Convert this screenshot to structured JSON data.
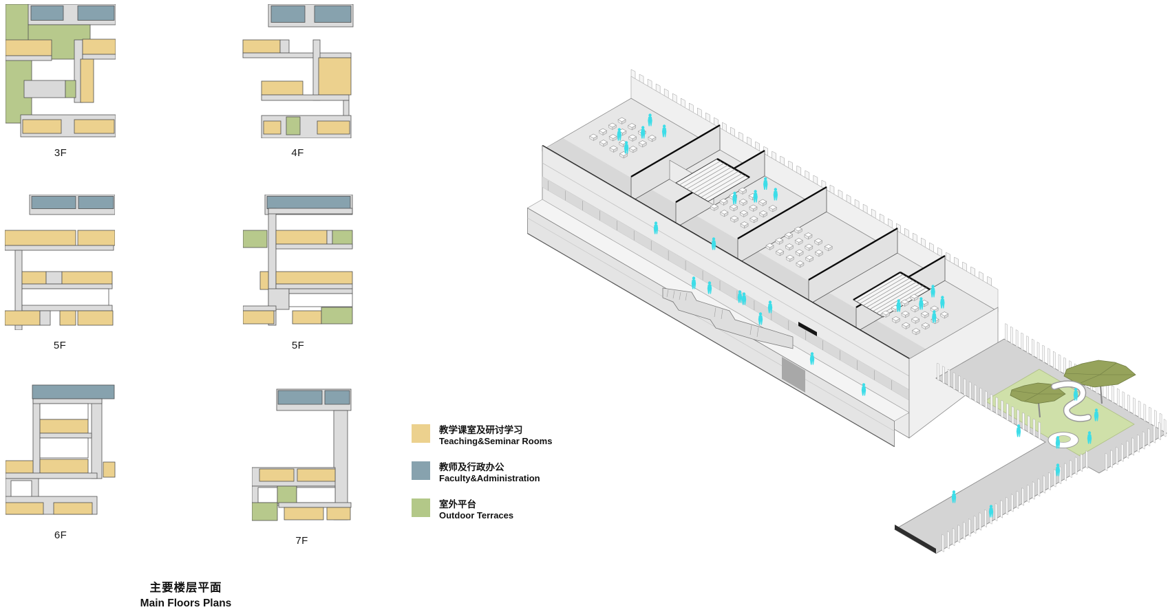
{
  "title": {
    "zh": "主要楼层平面",
    "en": "Main Floors Plans"
  },
  "plans": [
    {
      "label": "3F"
    },
    {
      "label": "4F"
    },
    {
      "label": "5F"
    },
    {
      "label": "5F"
    },
    {
      "label": "6F"
    },
    {
      "label": "7F"
    }
  ],
  "legend": {
    "items": [
      {
        "zh": "教学课室及研讨学习",
        "en": "Teaching&Seminar Rooms",
        "color": "#ecd18e"
      },
      {
        "zh": "教师及行政办公",
        "en": "Faculty&Administration",
        "color": "#87a2ae"
      },
      {
        "zh": "室外平台",
        "en": "Outdoor Terraces",
        "color": "#b3c888"
      }
    ]
  },
  "palette": {
    "teaching_yellow": "#ecd18e",
    "faculty_blue": "#87a2ae",
    "terrace_green": "#b3c888",
    "corridor_gray": "#dcdcdc",
    "outline_gray": "#4f4f4f",
    "figure_cyan": "#3ddde8",
    "lawn_green": "#cfe0a9",
    "canopy_olive": "#96a35b"
  }
}
